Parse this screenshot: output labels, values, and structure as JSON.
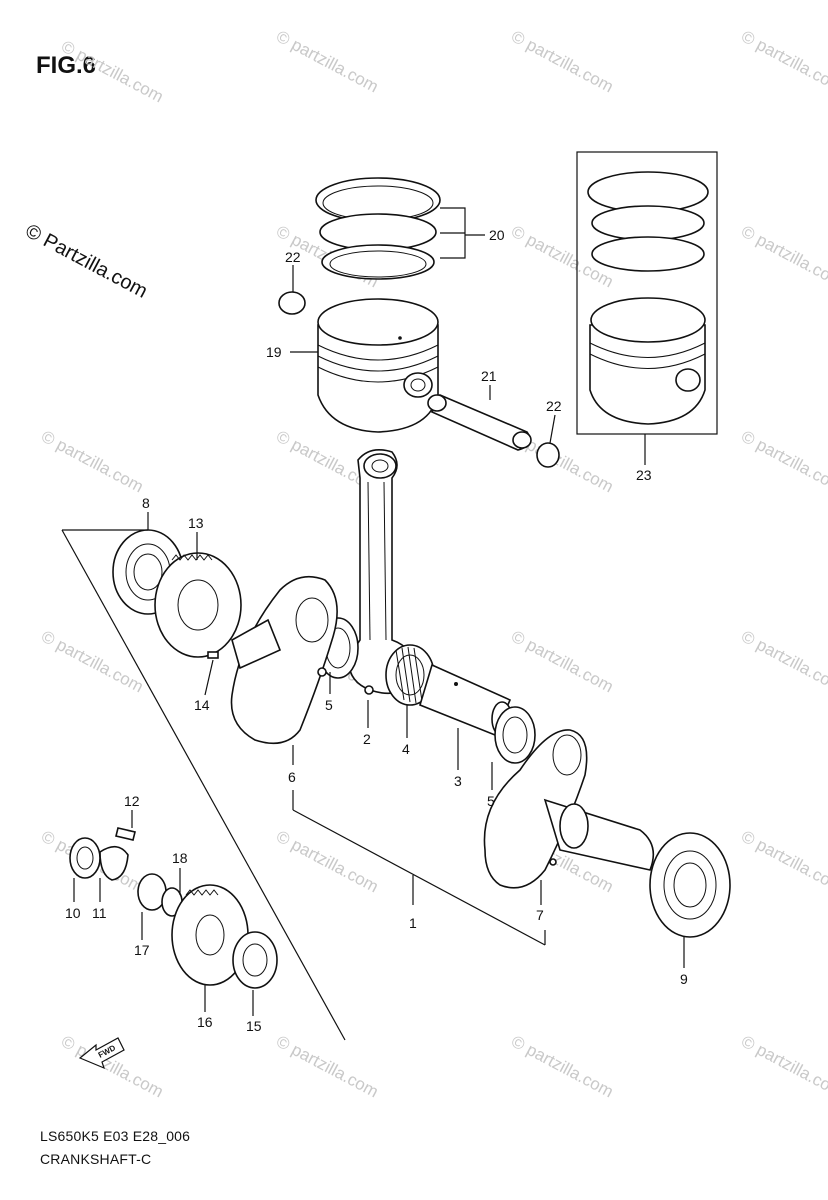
{
  "figure_title": "FIG.6",
  "watermark_text": "© Partzilla.com",
  "watermark_small": "© partzilla.com",
  "diagram_code": "LS650K5 E03 E28_006",
  "assembly_name": "CRANKSHAFT-C",
  "fwd_label": "FWD",
  "callouts": {
    "c1": "1",
    "c2": "2",
    "c3": "3",
    "c4": "4",
    "c5a": "5",
    "c5b": "5",
    "c6": "6",
    "c7": "7",
    "c8": "8",
    "c9": "9",
    "c10": "10",
    "c11": "11",
    "c12": "12",
    "c13": "13",
    "c14": "14",
    "c15": "15",
    "c16": "16",
    "c17": "17",
    "c18": "18",
    "c19": "19",
    "c20": "20",
    "c21": "21",
    "c22a": "22",
    "c22b": "22",
    "c23": "23"
  },
  "colors": {
    "ink": "#111111",
    "watermark": "#c9c9c9",
    "paper": "#ffffff"
  }
}
